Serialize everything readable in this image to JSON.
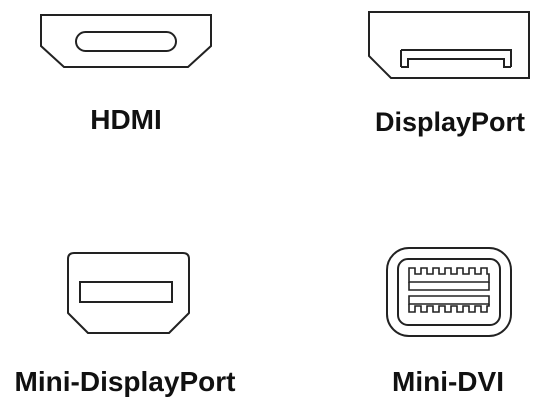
{
  "connectors": [
    {
      "label": "HDMI",
      "icon": "hdmi-port-icon"
    },
    {
      "label": "DisplayPort",
      "icon": "displayport-port-icon"
    },
    {
      "label": "Mini-DisplayPort",
      "icon": "mini-displayport-port-icon"
    },
    {
      "label": "Mini-DVI",
      "icon": "mini-dvi-port-icon"
    }
  ],
  "colors": {
    "stroke": "#222222",
    "text": "#111111",
    "background": "#ffffff"
  }
}
